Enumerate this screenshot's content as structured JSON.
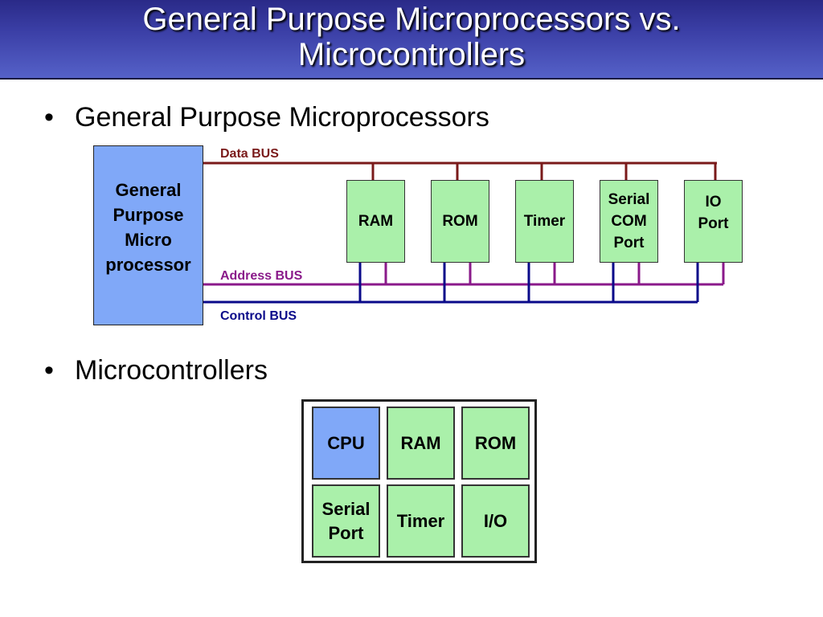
{
  "title": "General Purpose Microprocessors vs. Microcontrollers",
  "bullets": {
    "first": "General Purpose Microprocessors",
    "second": "Microcontrollers",
    "marker": "•"
  },
  "microprocessor_diagram": {
    "cpu_label": "General\nPurpose\nMicro\nprocessor",
    "buses": {
      "data": {
        "label": "Data BUS",
        "color": "#7a1a1a"
      },
      "address": {
        "label": "Address BUS",
        "color": "#8a1a8a"
      },
      "control": {
        "label": "Control BUS",
        "color": "#0a0a8a"
      }
    },
    "peripherals": [
      {
        "label": "RAM"
      },
      {
        "label": "ROM"
      },
      {
        "label": "Timer"
      },
      {
        "label": "Serial\nCOM\nPort"
      },
      {
        "label": "IO\nPort"
      }
    ]
  },
  "microcontroller_diagram": {
    "cells": [
      {
        "label": "CPU",
        "color": "#80a8f8"
      },
      {
        "label": "RAM",
        "color": "#aaf0aa"
      },
      {
        "label": "ROM",
        "color": "#aaf0aa"
      },
      {
        "label": "Serial\nPort",
        "color": "#aaf0aa"
      },
      {
        "label": "Timer",
        "color": "#aaf0aa"
      },
      {
        "label": "I/O",
        "color": "#aaf0aa"
      }
    ]
  }
}
